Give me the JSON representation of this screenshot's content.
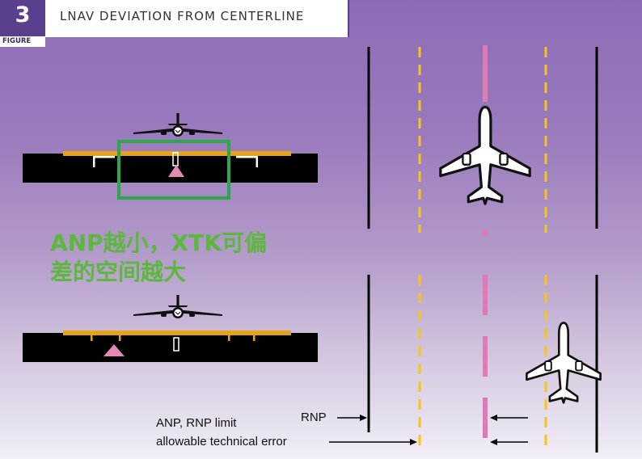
{
  "header": {
    "figure_number": "3",
    "figure_word": "FIGURE",
    "title": "LNAV DEVIATION FROM CENTERLINE"
  },
  "annotation": {
    "line1": "ANP越小，XTK可偏",
    "line2": "差的空间越大",
    "color": "#5cb83c"
  },
  "labels": {
    "rnp": "RNP",
    "anp_rnp_limit": "ANP, RNP limit",
    "allowable_error": "allowable technical error"
  },
  "colors": {
    "background_top": "#8d6bb6",
    "title_block": "#5a3f8f",
    "deviation_bar": "#000000",
    "bar_trim": "#e8a21a",
    "aircraft_symbol": "#e389b8",
    "highlight_box": "#2aa84a",
    "limit_lines": "#f5c518",
    "centerline": "#e07ab4",
    "rnp_lines": "#000000"
  }
}
